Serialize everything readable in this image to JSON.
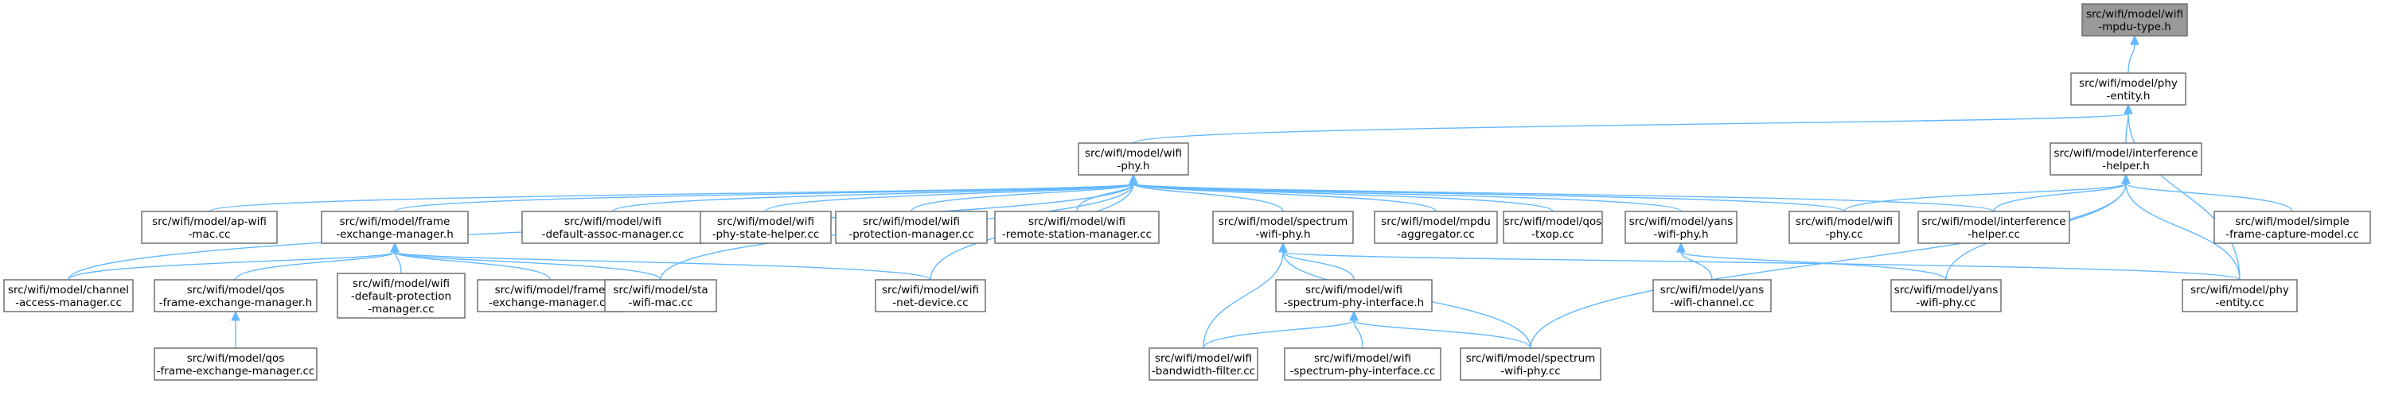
{
  "graph_title": "",
  "nodes": [
    {
      "id": "mpdu_type",
      "label": [
        "src/wifi/model/wifi",
        "-mpdu-type.h"
      ],
      "root": true
    },
    {
      "id": "phy_entity_h",
      "label": [
        "src/wifi/model/phy",
        "-entity.h"
      ]
    },
    {
      "id": "wifi_phy_h",
      "label": [
        "src/wifi/model/wifi",
        "-phy.h"
      ]
    },
    {
      "id": "interference_h",
      "label": [
        "src/wifi/model/interference",
        "-helper.h"
      ]
    },
    {
      "id": "ap_wifi_mac",
      "label": [
        "src/wifi/model/ap-wifi",
        "-mac.cc"
      ]
    },
    {
      "id": "frame_exch_h",
      "label": [
        "src/wifi/model/frame",
        "-exchange-manager.h"
      ]
    },
    {
      "id": "def_assoc",
      "label": [
        "src/wifi/model/wifi",
        "-default-assoc-manager.cc"
      ]
    },
    {
      "id": "phy_state_helper",
      "label": [
        "src/wifi/model/wifi",
        "-phy-state-helper.cc"
      ]
    },
    {
      "id": "protection_mgr",
      "label": [
        "src/wifi/model/wifi",
        "-protection-manager.cc"
      ]
    },
    {
      "id": "remote_station",
      "label": [
        "src/wifi/model/wifi",
        "-remote-station-manager.cc"
      ]
    },
    {
      "id": "spectrum_phy_h",
      "label": [
        "src/wifi/model/spectrum",
        "-wifi-phy.h"
      ]
    },
    {
      "id": "mpdu_aggr",
      "label": [
        "src/wifi/model/mpdu",
        "-aggregator.cc"
      ]
    },
    {
      "id": "qos_txop",
      "label": [
        "src/wifi/model/qos",
        "-txop.cc"
      ]
    },
    {
      "id": "yans_phy_h",
      "label": [
        "src/wifi/model/yans",
        "-wifi-phy.h"
      ]
    },
    {
      "id": "wifi_phy_cc",
      "label": [
        "src/wifi/model/wifi",
        "-phy.cc"
      ]
    },
    {
      "id": "interference_cc",
      "label": [
        "src/wifi/model/interference",
        "-helper.cc"
      ]
    },
    {
      "id": "simple_capture",
      "label": [
        "src/wifi/model/simple",
        "-frame-capture-model.cc"
      ]
    },
    {
      "id": "channel_access",
      "label": [
        "src/wifi/model/channel",
        "-access-manager.cc"
      ]
    },
    {
      "id": "qos_fem_h",
      "label": [
        "src/wifi/model/qos",
        "-frame-exchange-manager.h"
      ]
    },
    {
      "id": "def_protection",
      "label": [
        "src/wifi/model/wifi",
        "-default-protection",
        "-manager.cc"
      ]
    },
    {
      "id": "frame_exch_cc",
      "label": [
        "src/wifi/model/frame",
        "-exchange-manager.cc"
      ]
    },
    {
      "id": "sta_wifi_mac",
      "label": [
        "src/wifi/model/sta",
        "-wifi-mac.cc"
      ]
    },
    {
      "id": "net_device",
      "label": [
        "src/wifi/model/wifi",
        "-net-device.cc"
      ]
    },
    {
      "id": "spi_h",
      "label": [
        "src/wifi/model/wifi",
        "-spectrum-phy-interface.h"
      ]
    },
    {
      "id": "yans_channel",
      "label": [
        "src/wifi/model/yans",
        "-wifi-channel.cc"
      ]
    },
    {
      "id": "yans_phy_cc",
      "label": [
        "src/wifi/model/yans",
        "-wifi-phy.cc"
      ]
    },
    {
      "id": "phy_entity_cc",
      "label": [
        "src/wifi/model/phy",
        "-entity.cc"
      ]
    },
    {
      "id": "qos_fem_cc",
      "label": [
        "src/wifi/model/qos",
        "-frame-exchange-manager.cc"
      ]
    },
    {
      "id": "bandwidth_filter",
      "label": [
        "src/wifi/model/wifi",
        "-bandwidth-filter.cc"
      ]
    },
    {
      "id": "spi_cc",
      "label": [
        "src/wifi/model/wifi",
        "-spectrum-phy-interface.cc"
      ]
    },
    {
      "id": "spectrum_phy_cc",
      "label": [
        "src/wifi/model/spectrum",
        "-wifi-phy.cc"
      ]
    }
  ],
  "edges": [
    [
      "mpdu_type",
      "phy_entity_h"
    ],
    [
      "phy_entity_h",
      "wifi_phy_h"
    ],
    [
      "phy_entity_h",
      "interference_h"
    ],
    [
      "phy_entity_h",
      "phy_entity_cc"
    ],
    [
      "wifi_phy_h",
      "ap_wifi_mac"
    ],
    [
      "wifi_phy_h",
      "frame_exch_h"
    ],
    [
      "wifi_phy_h",
      "def_assoc"
    ],
    [
      "wifi_phy_h",
      "phy_state_helper"
    ],
    [
      "wifi_phy_h",
      "protection_mgr"
    ],
    [
      "wifi_phy_h",
      "remote_station"
    ],
    [
      "wifi_phy_h",
      "spectrum_phy_h"
    ],
    [
      "wifi_phy_h",
      "mpdu_aggr"
    ],
    [
      "wifi_phy_h",
      "qos_txop"
    ],
    [
      "wifi_phy_h",
      "yans_phy_h"
    ],
    [
      "wifi_phy_h",
      "wifi_phy_cc"
    ],
    [
      "wifi_phy_h",
      "interference_cc"
    ],
    [
      "wifi_phy_h",
      "channel_access"
    ],
    [
      "wifi_phy_h",
      "sta_wifi_mac"
    ],
    [
      "wifi_phy_h",
      "net_device"
    ],
    [
      "interference_h",
      "wifi_phy_cc"
    ],
    [
      "interference_h",
      "interference_cc"
    ],
    [
      "interference_h",
      "simple_capture"
    ],
    [
      "interference_h",
      "yans_phy_cc"
    ],
    [
      "interference_h",
      "phy_entity_cc"
    ],
    [
      "interference_h",
      "spectrum_phy_cc"
    ],
    [
      "frame_exch_h",
      "channel_access"
    ],
    [
      "frame_exch_h",
      "qos_fem_h"
    ],
    [
      "frame_exch_h",
      "def_protection"
    ],
    [
      "frame_exch_h",
      "frame_exch_cc"
    ],
    [
      "frame_exch_h",
      "sta_wifi_mac"
    ],
    [
      "frame_exch_h",
      "net_device"
    ],
    [
      "qos_fem_h",
      "qos_fem_cc"
    ],
    [
      "spectrum_phy_h",
      "spi_h"
    ],
    [
      "spectrum_phy_h",
      "bandwidth_filter"
    ],
    [
      "spectrum_phy_h",
      "spectrum_phy_cc"
    ],
    [
      "spectrum_phy_h",
      "phy_entity_cc"
    ],
    [
      "spi_h",
      "bandwidth_filter"
    ],
    [
      "spi_h",
      "spi_cc"
    ],
    [
      "spi_h",
      "spectrum_phy_cc"
    ],
    [
      "yans_phy_h",
      "yans_channel"
    ],
    [
      "yans_phy_h",
      "yans_phy_cc"
    ]
  ]
}
